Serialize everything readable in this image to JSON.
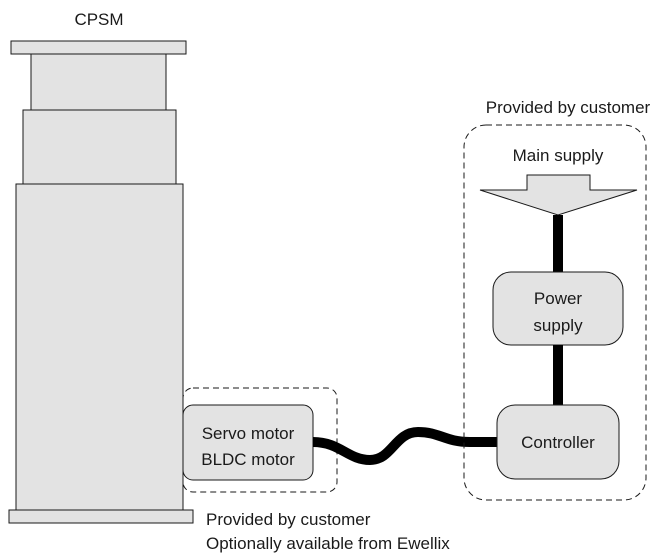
{
  "actuator": {
    "label": "CPSM"
  },
  "motor": {
    "line1": "Servo motor",
    "line2": "BLDC motor"
  },
  "motor_note": {
    "line1": "Provided by customer",
    "line2": "Optionally available from Ewellix"
  },
  "control_group": {
    "label": "Provided by customer",
    "main_supply": "Main supply",
    "power_supply": {
      "line1": "Power",
      "line2": "supply"
    },
    "controller": "Controller"
  },
  "colors": {
    "fill": "#e3e3e3",
    "stroke": "#1a1a1a",
    "cable": "#000000"
  }
}
